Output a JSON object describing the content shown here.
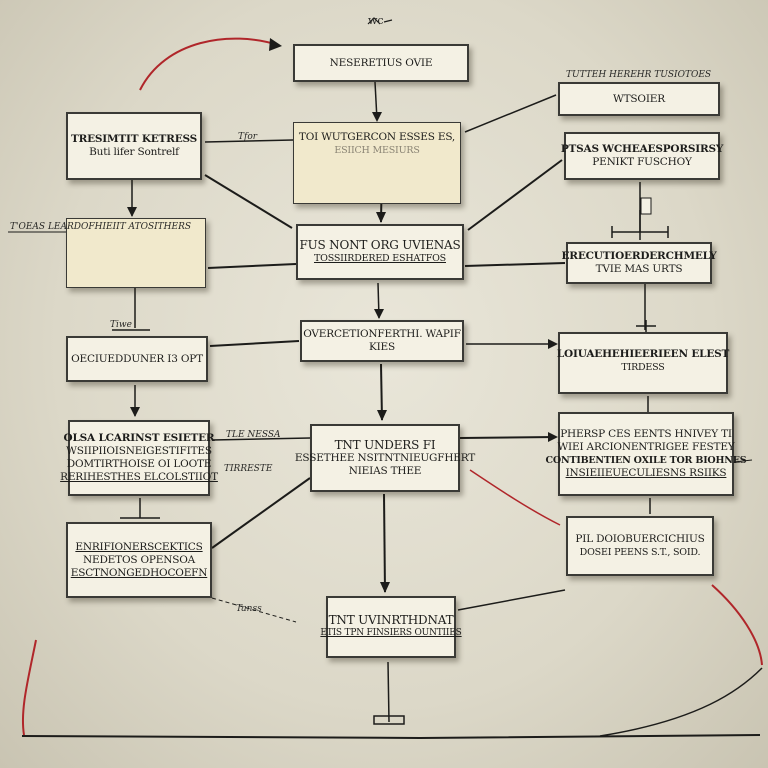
{
  "diagram": {
    "title_mark": "wc",
    "colors": {
      "line": "#1c1c1a",
      "accent": "#b0262a",
      "box": "#f4f1e4",
      "box_cream": "#f1e9cc"
    },
    "nodes": [
      {
        "id": "top",
        "lines": [
          "NESERETIUS OVIE"
        ]
      },
      {
        "id": "tl1",
        "lines": [
          "TRESIMTIT KETRESS",
          "Buti lifer Sontrelf"
        ]
      },
      {
        "id": "c1",
        "lines": [
          "TOI WUTGERCON ESSES ES,",
          "ESIICH MESIURS"
        ]
      },
      {
        "id": "tr1",
        "lines": [
          "WTSOIER"
        ]
      },
      {
        "id": "tr2",
        "lines": [
          "PTSAS WCHEAESPORSIRSY",
          "PENIKT FUSCHOY"
        ]
      },
      {
        "id": "ml1",
        "lines": []
      },
      {
        "id": "c2",
        "lines": [
          "FUS NONT ORG UVIENAS",
          "TOSSIIRDERED ESHATFOS"
        ]
      },
      {
        "id": "r3",
        "lines": [
          "ERECUTIOERDERCHMELY",
          "TVIE   MAS URTS"
        ]
      },
      {
        "id": "l3",
        "lines": [
          "OECIUEDDUNER I3 OPT"
        ]
      },
      {
        "id": "c3",
        "lines": [
          "OVERCETIONFERTHI. WAPIF",
          "KIES"
        ]
      },
      {
        "id": "r4",
        "lines": [
          "LOIUAEHEHIEERIEEN ELEST",
          "TIRDESS"
        ]
      },
      {
        "id": "l4",
        "lines": [
          "OLSA LCARINST ESIETER",
          "WSIIPIIOISNEIGESTIFITES",
          "DOMTIRTHOISE OI LOOTE",
          "RERIHESTHES ELCOLSTIIOT"
        ]
      },
      {
        "id": "c4",
        "lines": [
          "TNT UNDERS FI",
          "ESSETHEE NSITNTNIEUGFHERT",
          "NIEIAS THEE"
        ]
      },
      {
        "id": "r5",
        "lines": [
          "PHERSP CES EENTS HNIVEY TI",
          "WIEI ARCIONENTRIGEE FESTEY",
          "CONTIBENTIEN OXILE TOR BIOHNES",
          "INSIEIIEUECULIESNS RSIIKS"
        ]
      },
      {
        "id": "l5",
        "lines": [
          "ENRIFIONERSCEKTICS",
          "NEDETOS OPENSOA",
          "ESCTNONGEDHOCOEFN"
        ]
      },
      {
        "id": "r6",
        "lines": [
          "PIL DOIOBUERCICHIUS",
          "DOSEI PEENS S.T., SOID."
        ]
      },
      {
        "id": "c5",
        "lines": [
          "TNT UVINRTHDNAT",
          "ETIS TPN FINSIERS OUNTIIES"
        ]
      }
    ],
    "labels": [
      "TUTTEH HEREHR TUSIOTOES",
      "T'OEAS LEARDOFHIEIIT ATOSITHERS",
      "Tfor",
      "TLE NESSA",
      "TIRRESTE",
      "Tiwe",
      "Tanss"
    ]
  }
}
